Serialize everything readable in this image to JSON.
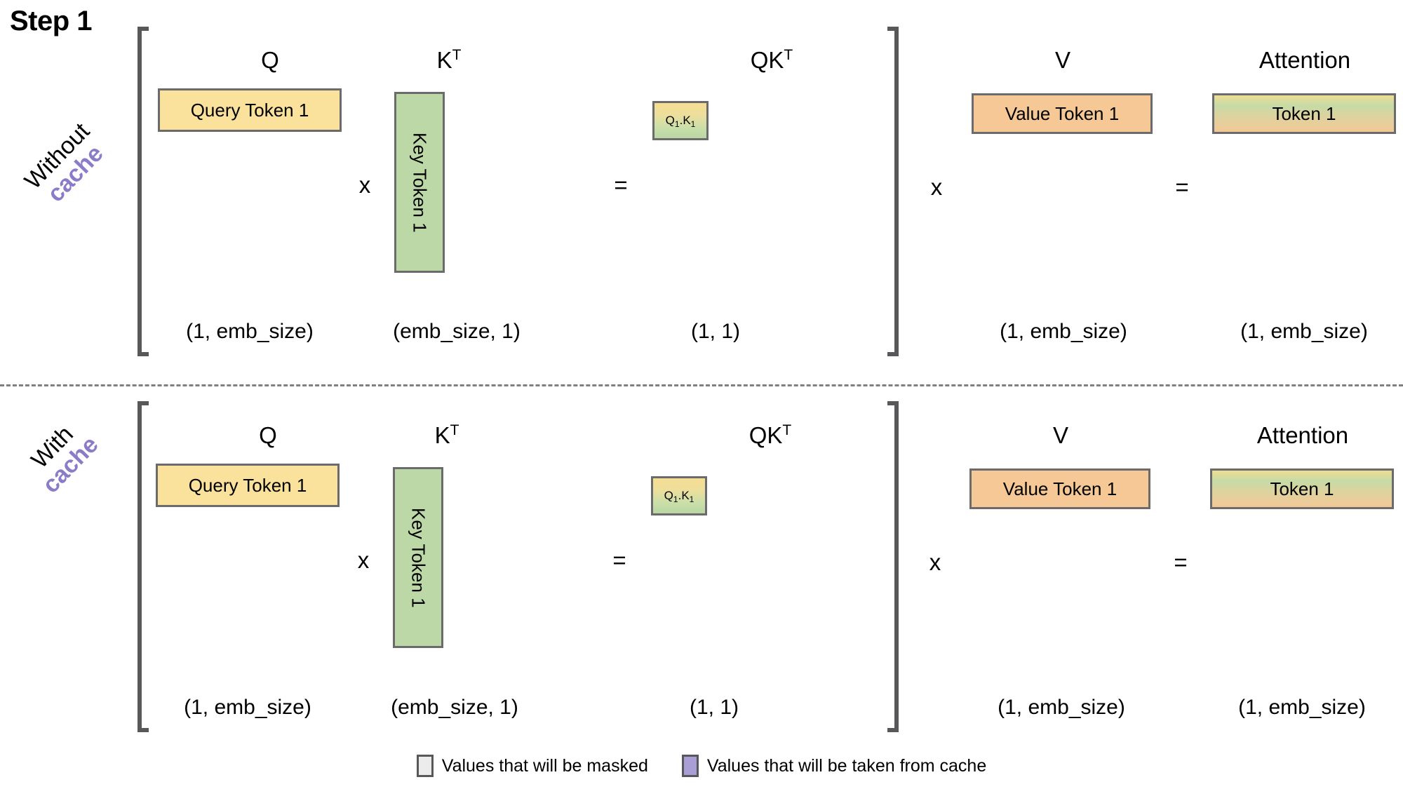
{
  "title": "Step 1",
  "colors": {
    "query_yellow": "#fae19c",
    "key_green": "#bcd8a6",
    "value_orange": "#f6c895",
    "cache_purple": "#8b7bc8",
    "masked_gray": "#ececec",
    "legend_cache": "#a99ed5",
    "border_gray": "#6b6b6d",
    "bracket_gray": "#58585a"
  },
  "rows": [
    {
      "id": "without-cache",
      "label_line1": "Without",
      "label_line2": "cache",
      "captions": {
        "q": "Q",
        "kt_base": "K",
        "kt_sup": "T",
        "qkt_base": "QK",
        "qkt_sup": "T",
        "v": "V",
        "attention": "Attention"
      },
      "operators": {
        "times_1": "x",
        "equals_1": "=",
        "times_2": "x",
        "equals_2": "="
      },
      "boxes": {
        "query": "Query Token 1",
        "key": "Key Token 1",
        "qk": "Q1.K1",
        "qk_base_a": "Q",
        "qk_sub_a": "1",
        "qk_dot": ".",
        "qk_base_b": "K",
        "qk_sub_b": "1",
        "value": "Value Token 1",
        "attention": "Token 1"
      },
      "shapes": {
        "q": "(1, emb_size)",
        "kt": "(emb_size, 1)",
        "qkt": "(1, 1)",
        "v": "(1, emb_size)",
        "attention": "(1, emb_size)"
      }
    },
    {
      "id": "with-cache",
      "label_line1": "With",
      "label_line2": "cache",
      "captions": {
        "q": "Q",
        "kt_base": "K",
        "kt_sup": "T",
        "qkt_base": "QK",
        "qkt_sup": "T",
        "v": "V",
        "attention": "Attention"
      },
      "operators": {
        "times_1": "x",
        "equals_1": "=",
        "times_2": "x",
        "equals_2": "="
      },
      "boxes": {
        "query": "Query Token 1",
        "key": "Key Token 1",
        "qk": "Q1.K1",
        "qk_base_a": "Q",
        "qk_sub_a": "1",
        "qk_dot": ".",
        "qk_base_b": "K",
        "qk_sub_b": "1",
        "value": "Value Token 1",
        "attention": "Token 1"
      },
      "shapes": {
        "q": "(1, emb_size)",
        "kt": "(emb_size, 1)",
        "qkt": "(1, 1)",
        "v": "(1, emb_size)",
        "attention": "(1, emb_size)"
      }
    }
  ],
  "legend": [
    {
      "swatch": "masked",
      "text": "Values that will be masked"
    },
    {
      "swatch": "cache",
      "text": "Values that will be taken from cache"
    }
  ]
}
